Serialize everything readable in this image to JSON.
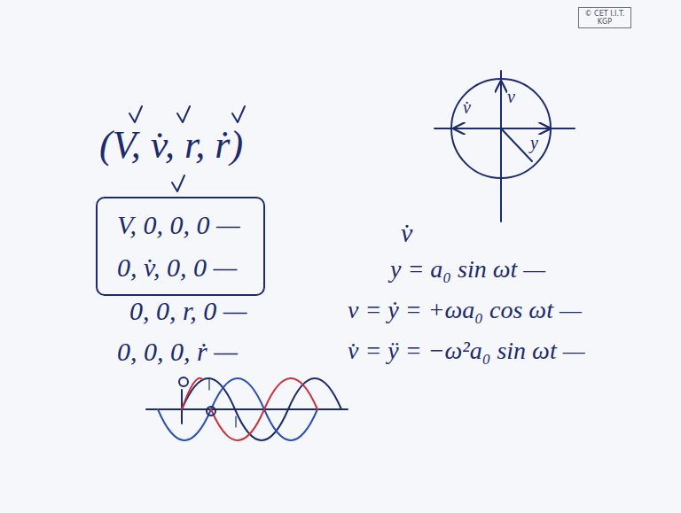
{
  "diagram": {
    "nodes": [
      {
        "text": [
          "© CET I.I.T. KGP"
        ]
      },
      {
        "text": [
          "V, 0, 0, 0 —",
          "0, v̇, 0, 0 —"
        ]
      }
    ],
    "labels": [
      "(V, v̇, r, ṙ)",
      "0, 0, r, 0 —",
      "0, 0, 0, ṙ —",
      "v̇",
      "v",
      "y",
      "v̇",
      "y = a₀ sin ωt —",
      "v = ẏ = +ωa₀ cos ωt —",
      "v̇ = ÿ = −ω²a₀ sin ωt —"
    ]
  }
}
